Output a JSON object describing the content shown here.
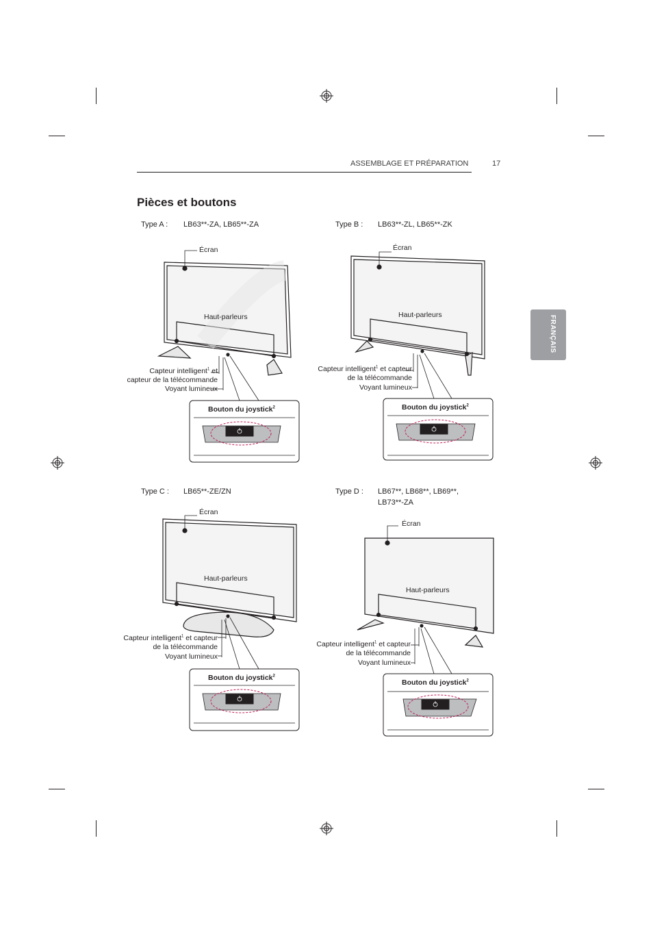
{
  "header": {
    "section": "ASSEMBLAGE ET PRÉPARATION",
    "page_number": "17"
  },
  "title": "Pièces et boutons",
  "side_tab": "FRANÇAIS",
  "types": [
    {
      "name": "Type A :",
      "models": "LB63**-ZA, LB65**-ZA",
      "models2": ""
    },
    {
      "name": "Type B :",
      "models": "LB63**-ZL, LB65**-ZK",
      "models2": ""
    },
    {
      "name": "Type C :",
      "models": "LB65**-ZE/ZN",
      "models2": ""
    },
    {
      "name": "Type D :",
      "models": "LB67**, LB68**, LB69**,",
      "models2": "LB73**-ZA"
    }
  ],
  "labels": {
    "screen": "Écran",
    "speakers": "Haut-parleurs",
    "sensor_a_line1": "Capteur intelligent",
    "sensor_a_line1_suffix": " et",
    "sensor_a_line2": "capteur de la télécommande",
    "sensor_line1": "Capteur intelligent",
    "sensor_line1_suffix": " et capteur",
    "sensor_line2": "de la télécommande",
    "led": "Voyant lumineux",
    "joystick": "Bouton du joystick",
    "sup1": "1",
    "sup2": "2"
  }
}
